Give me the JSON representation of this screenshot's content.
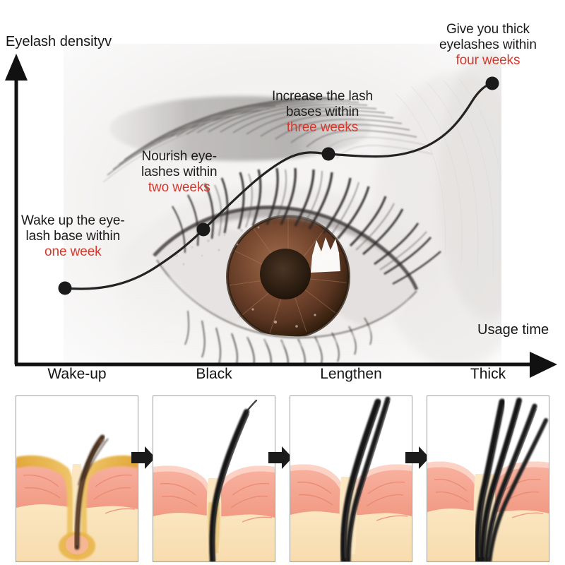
{
  "chart_data": {
    "type": "line",
    "title": "",
    "ylabel": "Eyelash densityv",
    "xlabel": "Usage time",
    "categories": [
      "Wake-up",
      "Black",
      "Lengthen",
      "Thick"
    ],
    "x": [
      1,
      2,
      3,
      4
    ],
    "values": [
      12,
      44,
      69,
      93
    ],
    "xlim": [
      0,
      4.6
    ],
    "ylim": [
      0,
      100
    ],
    "grid": false,
    "legend": null,
    "marker": "filled-circle",
    "line_color": "#232323",
    "point_labels": [
      "one week",
      "two weeks",
      "three weeks",
      "four weeks"
    ],
    "annotations": [
      {
        "line1": "Wake up the eye-",
        "line2": "lash base within",
        "highlight": "one week"
      },
      {
        "line1": "Nourish eye-",
        "line2": "lashes within",
        "highlight": "two weeks"
      },
      {
        "line1": "Increase the lash",
        "line2": "bases within",
        "highlight": "three weeks"
      },
      {
        "line1": "Give you thick",
        "line2": "eyelashes within",
        "highlight": "four weeks"
      }
    ]
  },
  "axes": {
    "y_title": "Eyelash densityv",
    "x_title": "Usage time"
  },
  "stages": [
    {
      "label": "Wake-up",
      "icon": "follicle-serum-icon"
    },
    {
      "label": "Black",
      "icon": "follicle-single-lash-icon"
    },
    {
      "label": "Lengthen",
      "icon": "follicle-double-lash-icon"
    },
    {
      "label": "Thick",
      "icon": "follicle-multi-lash-icon"
    }
  ],
  "arrows": {
    "icon": "right-arrow-icon",
    "count": 3
  },
  "colors": {
    "highlight_red": "#d8382c",
    "text_black": "#1b1b1b",
    "axis_black": "#111111",
    "dermis_pink": "#f5a28d",
    "dermis_pink_light": "#fbc7b8",
    "subcutis_cream": "#fae3bd",
    "serum_gold": "#e3ae3f",
    "lash_black": "#1c1c1c",
    "panel_border": "#9d9d9d"
  },
  "background": {
    "image": "eye-closeup-photo",
    "description": "grayscale close-up of a human eye with eyebrow and lashes"
  }
}
